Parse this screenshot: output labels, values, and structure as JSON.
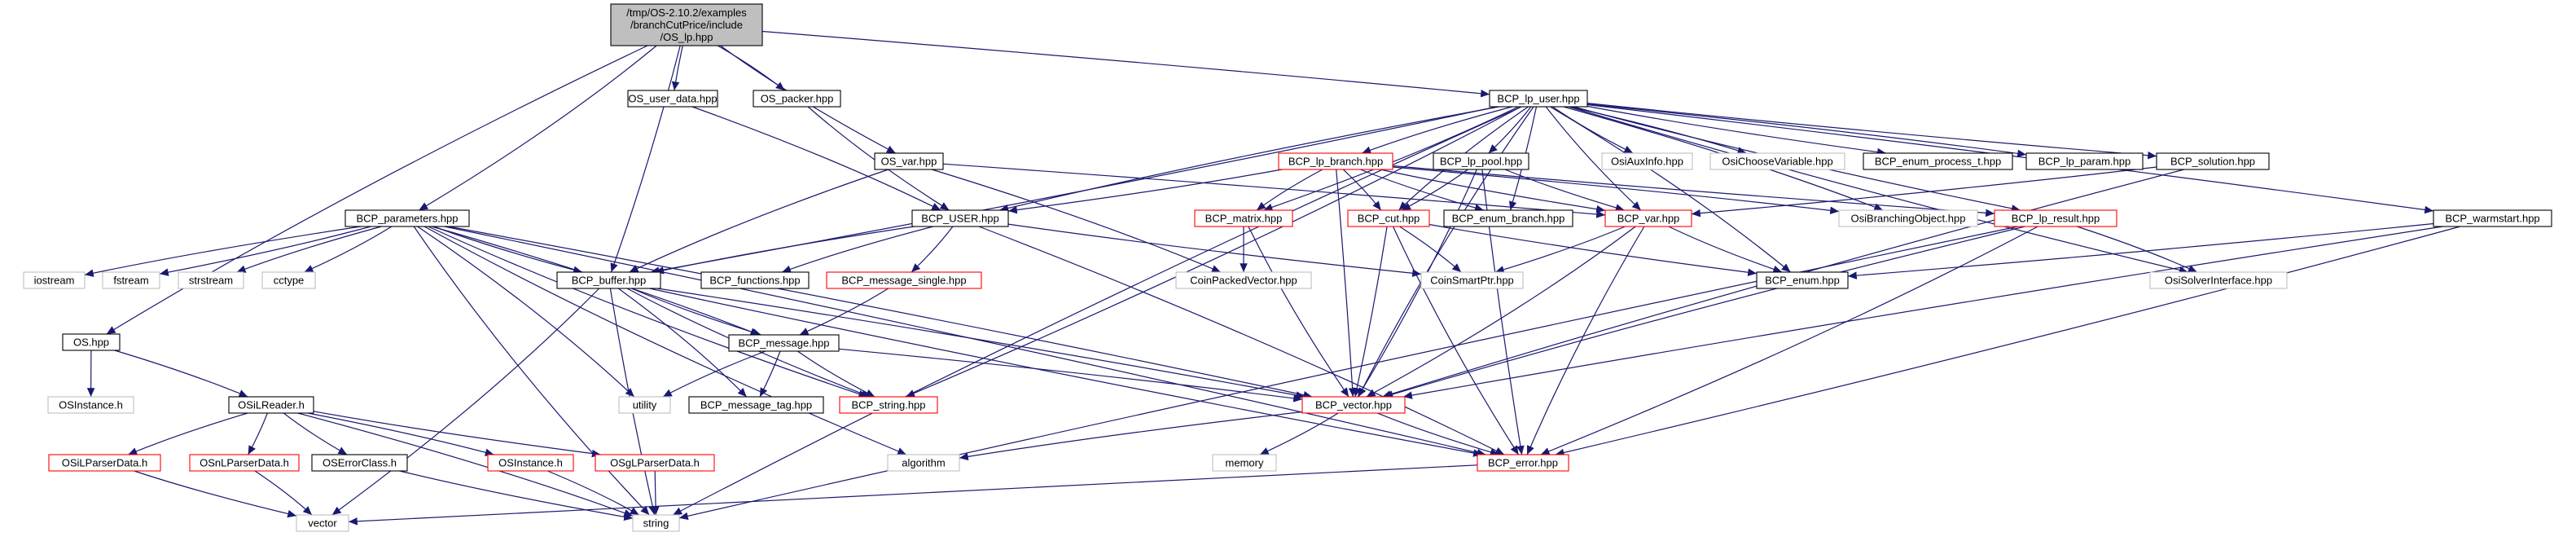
{
  "diagram": {
    "colors": {
      "edge": "#191970",
      "node_border_default": "#000000",
      "node_border_red": "#ff0000",
      "node_border_gray": "#bfbfbf",
      "root_fill": "#bfbfbf",
      "node_fill": "#ffffff"
    },
    "nodes": [
      {
        "id": "root",
        "lines": [
          "/tmp/OS-2.10.2/examples",
          "/branchCutPrice/include",
          "/OS_lp.hpp"
        ],
        "style": "root"
      },
      {
        "id": "bcp_lp_user",
        "lines": [
          "BCP_lp_user.hpp"
        ],
        "style": "black"
      },
      {
        "id": "os_user_data",
        "lines": [
          "OS_user_data.hpp"
        ],
        "style": "black"
      },
      {
        "id": "os_packer",
        "lines": [
          "OS_packer.hpp"
        ],
        "style": "black"
      },
      {
        "id": "os_var",
        "lines": [
          "OS_var.hpp"
        ],
        "style": "black"
      },
      {
        "id": "bcp_parameters",
        "lines": [
          "BCP_parameters.hpp"
        ],
        "style": "black"
      },
      {
        "id": "os_hpp",
        "lines": [
          "OS.hpp"
        ],
        "style": "black"
      },
      {
        "id": "bcp_user",
        "lines": [
          "BCP_USER.hpp"
        ],
        "style": "black"
      },
      {
        "id": "bcp_lp_branch",
        "lines": [
          "BCP_lp_branch.hpp"
        ],
        "style": "red"
      },
      {
        "id": "bcp_lp_pool",
        "lines": [
          "BCP_lp_pool.hpp"
        ],
        "style": "black"
      },
      {
        "id": "osiauxinfo",
        "lines": [
          "OsiAuxInfo.hpp"
        ],
        "style": "gray"
      },
      {
        "id": "osichoosevariable",
        "lines": [
          "OsiChooseVariable.hpp"
        ],
        "style": "gray"
      },
      {
        "id": "bcp_enum_process_t",
        "lines": [
          "BCP_enum_process_t.hpp"
        ],
        "style": "black"
      },
      {
        "id": "bcp_lp_param",
        "lines": [
          "BCP_lp_param.hpp"
        ],
        "style": "black"
      },
      {
        "id": "bcp_solution",
        "lines": [
          "BCP_solution.hpp"
        ],
        "style": "black"
      },
      {
        "id": "bcp_matrix",
        "lines": [
          "BCP_matrix.hpp"
        ],
        "style": "red"
      },
      {
        "id": "bcp_cut",
        "lines": [
          "BCP_cut.hpp"
        ],
        "style": "red"
      },
      {
        "id": "bcp_enum_branch",
        "lines": [
          "BCP_enum_branch.hpp"
        ],
        "style": "black"
      },
      {
        "id": "bcp_var",
        "lines": [
          "BCP_var.hpp"
        ],
        "style": "red"
      },
      {
        "id": "osibranchingobject",
        "lines": [
          "OsiBranchingObject.hpp"
        ],
        "style": "gray"
      },
      {
        "id": "bcp_lp_result",
        "lines": [
          "BCP_lp_result.hpp"
        ],
        "style": "red"
      },
      {
        "id": "bcp_warmstart",
        "lines": [
          "BCP_warmstart.hpp"
        ],
        "style": "black"
      },
      {
        "id": "iostream",
        "lines": [
          "iostream"
        ],
        "style": "gray"
      },
      {
        "id": "fstream",
        "lines": [
          "fstream"
        ],
        "style": "gray"
      },
      {
        "id": "strstream",
        "lines": [
          "strstream"
        ],
        "style": "gray"
      },
      {
        "id": "cctype",
        "lines": [
          "cctype"
        ],
        "style": "gray"
      },
      {
        "id": "bcp_buffer",
        "lines": [
          "BCP_buffer.hpp"
        ],
        "style": "black"
      },
      {
        "id": "bcp_functions",
        "lines": [
          "BCP_functions.hpp"
        ],
        "style": "black"
      },
      {
        "id": "bcp_message_single",
        "lines": [
          "BCP_message_single.hpp"
        ],
        "style": "red"
      },
      {
        "id": "coinpackedvector",
        "lines": [
          "CoinPackedVector.hpp"
        ],
        "style": "gray"
      },
      {
        "id": "coinsmartptr",
        "lines": [
          "CoinSmartPtr.hpp"
        ],
        "style": "gray"
      },
      {
        "id": "bcp_enum",
        "lines": [
          "BCP_enum.hpp"
        ],
        "style": "black"
      },
      {
        "id": "osisolverinterface",
        "lines": [
          "OsiSolverInterface.hpp"
        ],
        "style": "gray"
      },
      {
        "id": "osinstance_hpp",
        "lines": [
          "OSInstance.h"
        ],
        "style": "gray"
      },
      {
        "id": "osilreader",
        "lines": [
          "OSiLReader.h"
        ],
        "style": "black"
      },
      {
        "id": "bcp_message",
        "lines": [
          "BCP_message.hpp"
        ],
        "style": "black"
      },
      {
        "id": "utility",
        "lines": [
          "utility"
        ],
        "style": "gray"
      },
      {
        "id": "bcp_message_tag",
        "lines": [
          "BCP_message_tag.hpp"
        ],
        "style": "black"
      },
      {
        "id": "bcp_string",
        "lines": [
          "BCP_string.hpp"
        ],
        "style": "red"
      },
      {
        "id": "bcp_vector",
        "lines": [
          "BCP_vector.hpp"
        ],
        "style": "red"
      },
      {
        "id": "osilparserdata",
        "lines": [
          "OSiLParserData.h"
        ],
        "style": "red"
      },
      {
        "id": "osnlparserdata",
        "lines": [
          "OSnLParserData.h"
        ],
        "style": "red"
      },
      {
        "id": "oserrorclass",
        "lines": [
          "OSErrorClass.h"
        ],
        "style": "black"
      },
      {
        "id": "osinstance_red",
        "lines": [
          "OSInstance.h"
        ],
        "style": "red"
      },
      {
        "id": "osglparserdata",
        "lines": [
          "OSgLParserData.h"
        ],
        "style": "red"
      },
      {
        "id": "algorithm",
        "lines": [
          "algorithm"
        ],
        "style": "gray"
      },
      {
        "id": "memory",
        "lines": [
          "memory"
        ],
        "style": "gray"
      },
      {
        "id": "bcp_error",
        "lines": [
          "BCP_error.hpp"
        ],
        "style": "red"
      },
      {
        "id": "vector",
        "lines": [
          "vector"
        ],
        "style": "gray"
      },
      {
        "id": "string",
        "lines": [
          "string"
        ],
        "style": "gray"
      }
    ],
    "edges": [
      [
        "root",
        "bcp_lp_user"
      ],
      [
        "root",
        "os_user_data"
      ],
      [
        "root",
        "os_packer"
      ],
      [
        "root",
        "os_var"
      ],
      [
        "root",
        "bcp_parameters"
      ],
      [
        "root",
        "os_hpp"
      ],
      [
        "root",
        "bcp_buffer"
      ],
      [
        "bcp_lp_user",
        "bcp_lp_branch"
      ],
      [
        "bcp_lp_user",
        "bcp_lp_pool"
      ],
      [
        "bcp_lp_user",
        "osiauxinfo"
      ],
      [
        "bcp_lp_user",
        "osichoosevariable"
      ],
      [
        "bcp_lp_user",
        "bcp_enum_process_t"
      ],
      [
        "bcp_lp_user",
        "bcp_lp_param"
      ],
      [
        "bcp_lp_user",
        "bcp_solution"
      ],
      [
        "bcp_lp_user",
        "bcp_warmstart"
      ],
      [
        "bcp_lp_user",
        "bcp_user"
      ],
      [
        "bcp_lp_user",
        "bcp_matrix"
      ],
      [
        "bcp_lp_user",
        "bcp_cut"
      ],
      [
        "bcp_lp_user",
        "bcp_enum_branch"
      ],
      [
        "bcp_lp_user",
        "bcp_var"
      ],
      [
        "bcp_lp_user",
        "osibranchingobject"
      ],
      [
        "bcp_lp_user",
        "bcp_lp_result"
      ],
      [
        "bcp_lp_user",
        "bcp_buffer"
      ],
      [
        "bcp_lp_user",
        "bcp_vector"
      ],
      [
        "bcp_lp_user",
        "bcp_string"
      ],
      [
        "bcp_lp_user",
        "string"
      ],
      [
        "bcp_lp_user",
        "bcp_enum"
      ],
      [
        "bcp_lp_user",
        "osisolverinterface"
      ],
      [
        "os_user_data",
        "bcp_user"
      ],
      [
        "os_packer",
        "bcp_user"
      ],
      [
        "os_var",
        "bcp_var"
      ],
      [
        "os_var",
        "bcp_buffer"
      ],
      [
        "os_var",
        "coinpackedvector"
      ],
      [
        "bcp_parameters",
        "iostream"
      ],
      [
        "bcp_parameters",
        "fstream"
      ],
      [
        "bcp_parameters",
        "strstream"
      ],
      [
        "bcp_parameters",
        "cctype"
      ],
      [
        "bcp_parameters",
        "bcp_buffer"
      ],
      [
        "bcp_parameters",
        "utility"
      ],
      [
        "bcp_parameters",
        "bcp_string"
      ],
      [
        "bcp_parameters",
        "bcp_vector"
      ],
      [
        "bcp_parameters",
        "algorithm"
      ],
      [
        "bcp_parameters",
        "bcp_error"
      ],
      [
        "bcp_parameters",
        "string"
      ],
      [
        "bcp_parameters",
        "bcp_message"
      ],
      [
        "bcp_user",
        "bcp_functions"
      ],
      [
        "bcp_user",
        "bcp_message_single"
      ],
      [
        "bcp_user",
        "coinsmartptr"
      ],
      [
        "bcp_user",
        "bcp_error"
      ],
      [
        "bcp_user",
        "bcp_buffer"
      ],
      [
        "bcp_lp_branch",
        "bcp_user"
      ],
      [
        "bcp_lp_branch",
        "bcp_matrix"
      ],
      [
        "bcp_lp_branch",
        "bcp_cut"
      ],
      [
        "bcp_lp_branch",
        "bcp_var"
      ],
      [
        "bcp_lp_branch",
        "bcp_vector"
      ],
      [
        "bcp_lp_branch",
        "bcp_lp_result"
      ],
      [
        "bcp_lp_branch",
        "osibranchingobject"
      ],
      [
        "bcp_lp_branch",
        "bcp_enum_branch"
      ],
      [
        "bcp_lp_pool",
        "bcp_cut"
      ],
      [
        "bcp_lp_pool",
        "bcp_var"
      ],
      [
        "bcp_lp_pool",
        "bcp_vector"
      ],
      [
        "bcp_lp_pool",
        "bcp_error"
      ],
      [
        "bcp_solution",
        "bcp_var"
      ],
      [
        "bcp_solution",
        "bcp_vector"
      ],
      [
        "bcp_matrix",
        "coinpackedvector"
      ],
      [
        "bcp_matrix",
        "bcp_vector"
      ],
      [
        "bcp_cut",
        "coinsmartptr"
      ],
      [
        "bcp_cut",
        "bcp_enum"
      ],
      [
        "bcp_cut",
        "bcp_vector"
      ],
      [
        "bcp_cut",
        "bcp_error"
      ],
      [
        "bcp_var",
        "coinsmartptr"
      ],
      [
        "bcp_var",
        "bcp_enum"
      ],
      [
        "bcp_var",
        "bcp_vector"
      ],
      [
        "bcp_var",
        "bcp_error"
      ],
      [
        "bcp_lp_result",
        "osisolverinterface"
      ],
      [
        "bcp_lp_result",
        "bcp_vector"
      ],
      [
        "bcp_lp_result",
        "bcp_error"
      ],
      [
        "bcp_lp_result",
        "string"
      ],
      [
        "bcp_warmstart",
        "bcp_enum"
      ],
      [
        "bcp_warmstart",
        "bcp_vector"
      ],
      [
        "bcp_warmstart",
        "bcp_error"
      ],
      [
        "bcp_buffer",
        "bcp_message"
      ],
      [
        "bcp_buffer",
        "bcp_message_tag"
      ],
      [
        "bcp_buffer",
        "bcp_string"
      ],
      [
        "bcp_buffer",
        "bcp_vector"
      ],
      [
        "bcp_buffer",
        "bcp_error"
      ],
      [
        "bcp_buffer",
        "vector"
      ],
      [
        "bcp_buffer",
        "string"
      ],
      [
        "bcp_message_single",
        "bcp_message"
      ],
      [
        "bcp_message",
        "utility"
      ],
      [
        "bcp_message",
        "bcp_message_tag"
      ],
      [
        "bcp_message",
        "bcp_string"
      ],
      [
        "bcp_message",
        "bcp_vector"
      ],
      [
        "bcp_vector",
        "algorithm"
      ],
      [
        "bcp_vector",
        "memory"
      ],
      [
        "bcp_vector",
        "bcp_error"
      ],
      [
        "bcp_error",
        "vector"
      ],
      [
        "os_hpp",
        "osinstance_hpp"
      ],
      [
        "os_hpp",
        "osilreader"
      ],
      [
        "osilreader",
        "osilparserdata"
      ],
      [
        "osilreader",
        "osnlparserdata"
      ],
      [
        "osilreader",
        "oserrorclass"
      ],
      [
        "osilreader",
        "osinstance_red"
      ],
      [
        "osilreader",
        "osglparserdata"
      ],
      [
        "osilreader",
        "string"
      ],
      [
        "osilparserdata",
        "vector"
      ],
      [
        "osnlparserdata",
        "vector"
      ],
      [
        "oserrorclass",
        "string"
      ],
      [
        "osinstance_red",
        "string"
      ],
      [
        "osglparserdata",
        "string"
      ]
    ]
  }
}
